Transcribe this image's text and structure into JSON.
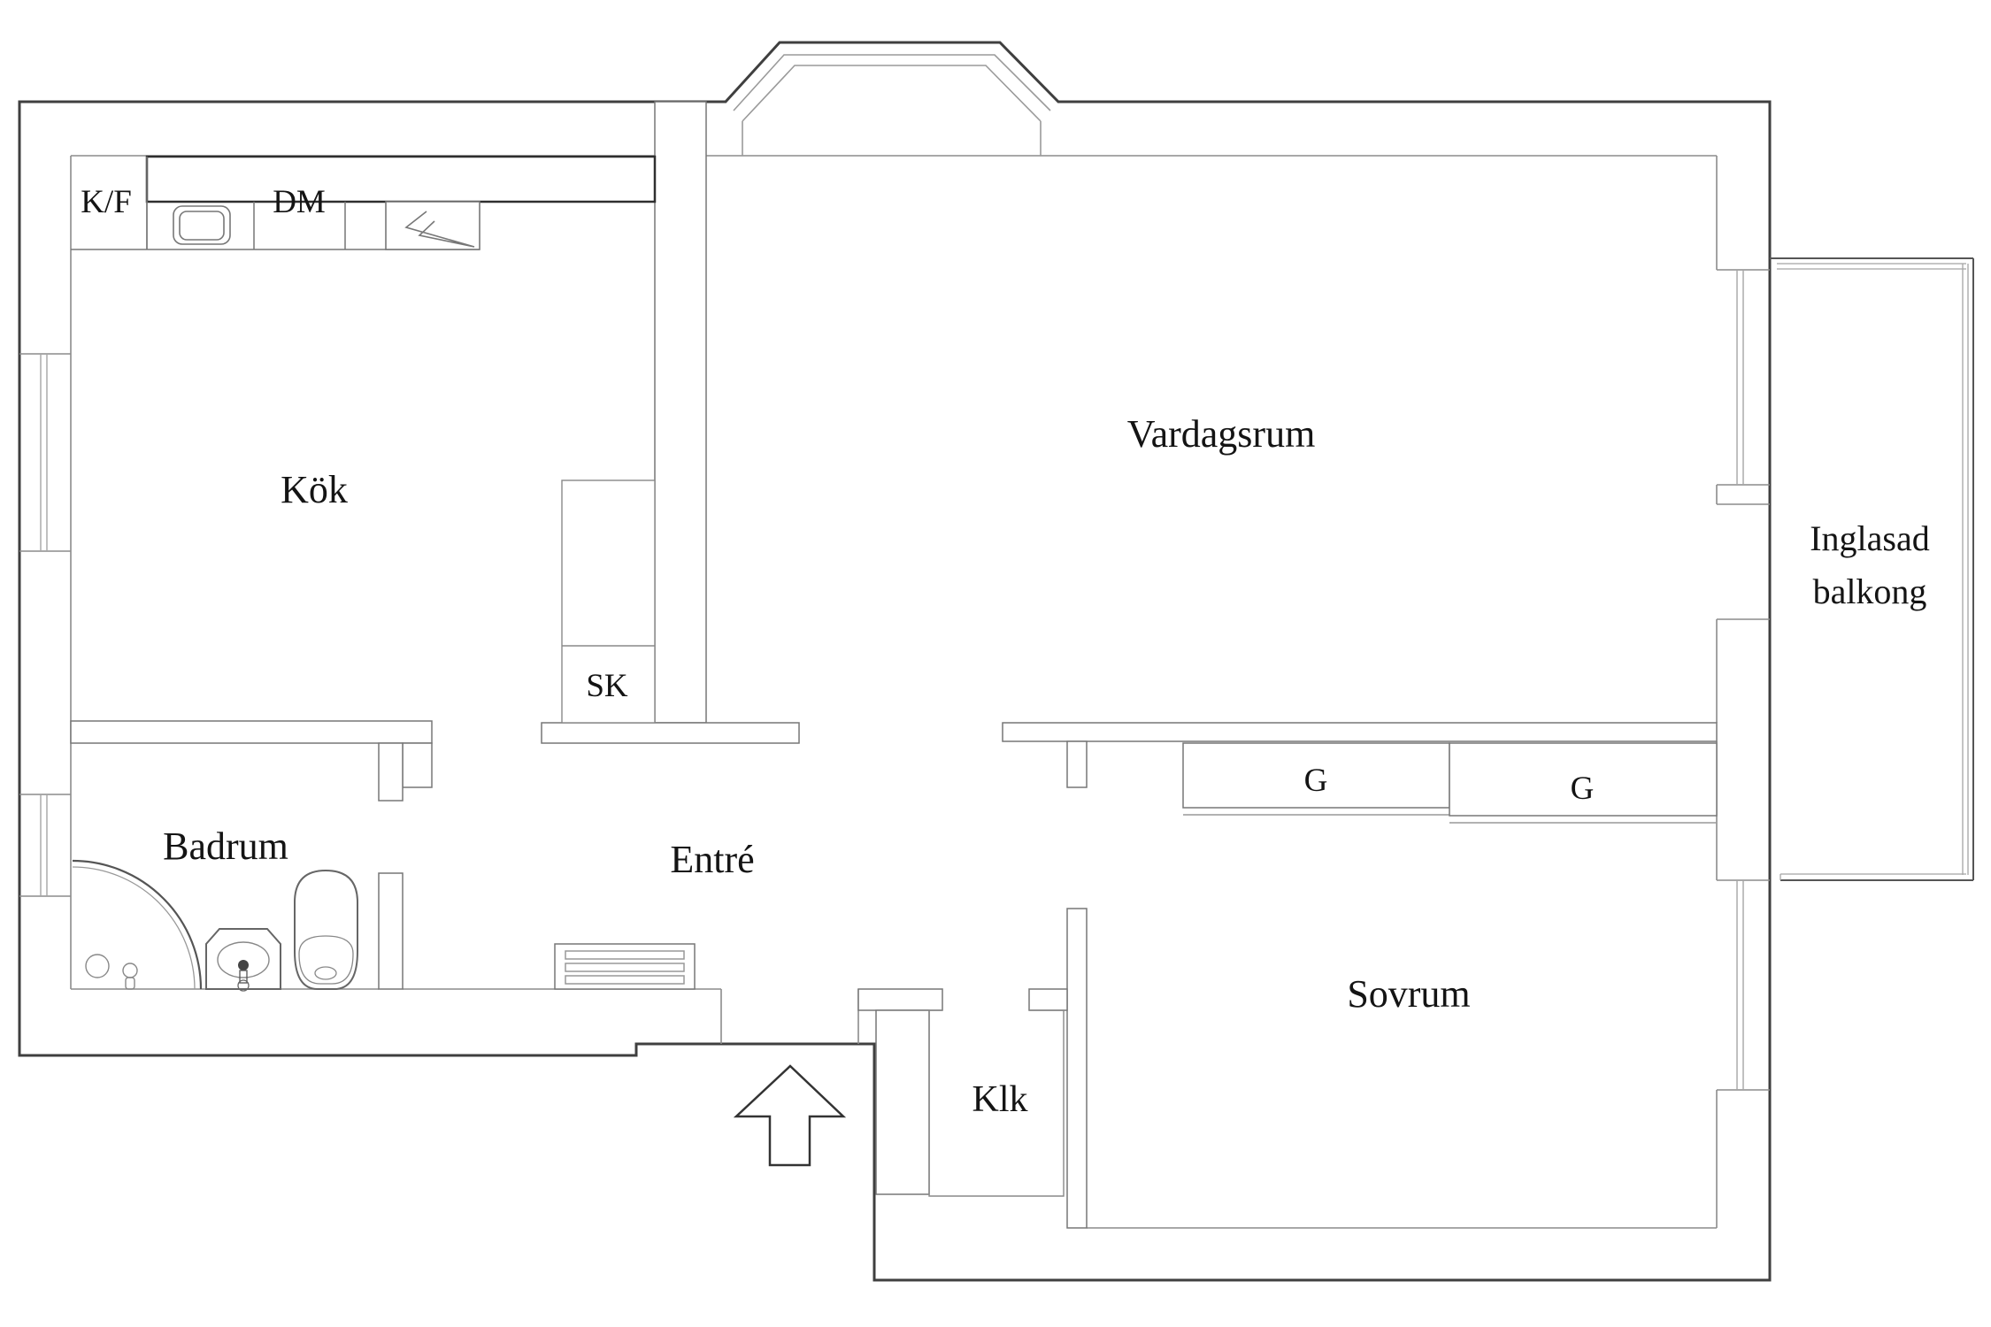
{
  "document": {
    "type": "floor-plan",
    "language": "sv"
  },
  "labels": {
    "kok": "Kök",
    "vardagsrum": "Vardagsrum",
    "badrum": "Badrum",
    "entre": "Entré",
    "sovrum": "Sovrum",
    "klk": "Klk",
    "sk": "SK",
    "kf": "K/F",
    "dm": "DM",
    "g1": "G",
    "g2": "G",
    "balcony_line1": "Inglasad",
    "balcony_line2": "balkong"
  },
  "colors": {
    "background": "#ffffff",
    "wall_outline_dark": "#3f3f3f",
    "wall_line_light": "#8c8c8c",
    "fixture_line": "#777777",
    "glazing_line": "#a5a5a5",
    "counter_bold": "#2f2f2f",
    "text": "#141414"
  }
}
